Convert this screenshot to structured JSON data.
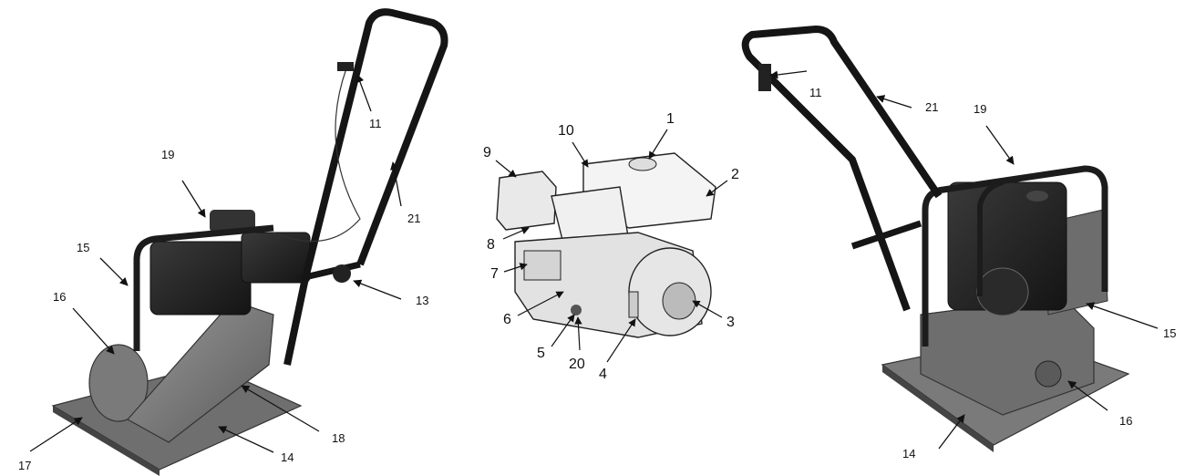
{
  "figures": [
    {
      "id": "left-compactor",
      "callouts": [
        {
          "key": "c11",
          "text": "11"
        },
        {
          "key": "c19",
          "text": "19"
        },
        {
          "key": "c21",
          "text": "21"
        },
        {
          "key": "c15",
          "text": "15"
        },
        {
          "key": "c16",
          "text": "16"
        },
        {
          "key": "c13",
          "text": "13"
        },
        {
          "key": "c18",
          "text": "18"
        },
        {
          "key": "c17",
          "text": "17"
        },
        {
          "key": "c14",
          "text": "14"
        }
      ]
    },
    {
      "id": "engine",
      "callouts": [
        {
          "key": "c1",
          "text": "1"
        },
        {
          "key": "c10",
          "text": "10"
        },
        {
          "key": "c9",
          "text": "9"
        },
        {
          "key": "c2",
          "text": "2"
        },
        {
          "key": "c8",
          "text": "8"
        },
        {
          "key": "c7",
          "text": "7"
        },
        {
          "key": "c6",
          "text": "6"
        },
        {
          "key": "c3",
          "text": "3"
        },
        {
          "key": "c5",
          "text": "5"
        },
        {
          "key": "c20",
          "text": "20"
        },
        {
          "key": "c4",
          "text": "4"
        }
      ]
    },
    {
      "id": "right-compactor",
      "callouts": [
        {
          "key": "c11",
          "text": "11"
        },
        {
          "key": "c21",
          "text": "21"
        },
        {
          "key": "c19",
          "text": "19"
        },
        {
          "key": "c15",
          "text": "15"
        },
        {
          "key": "c16",
          "text": "16"
        },
        {
          "key": "c14",
          "text": "14"
        }
      ]
    }
  ]
}
